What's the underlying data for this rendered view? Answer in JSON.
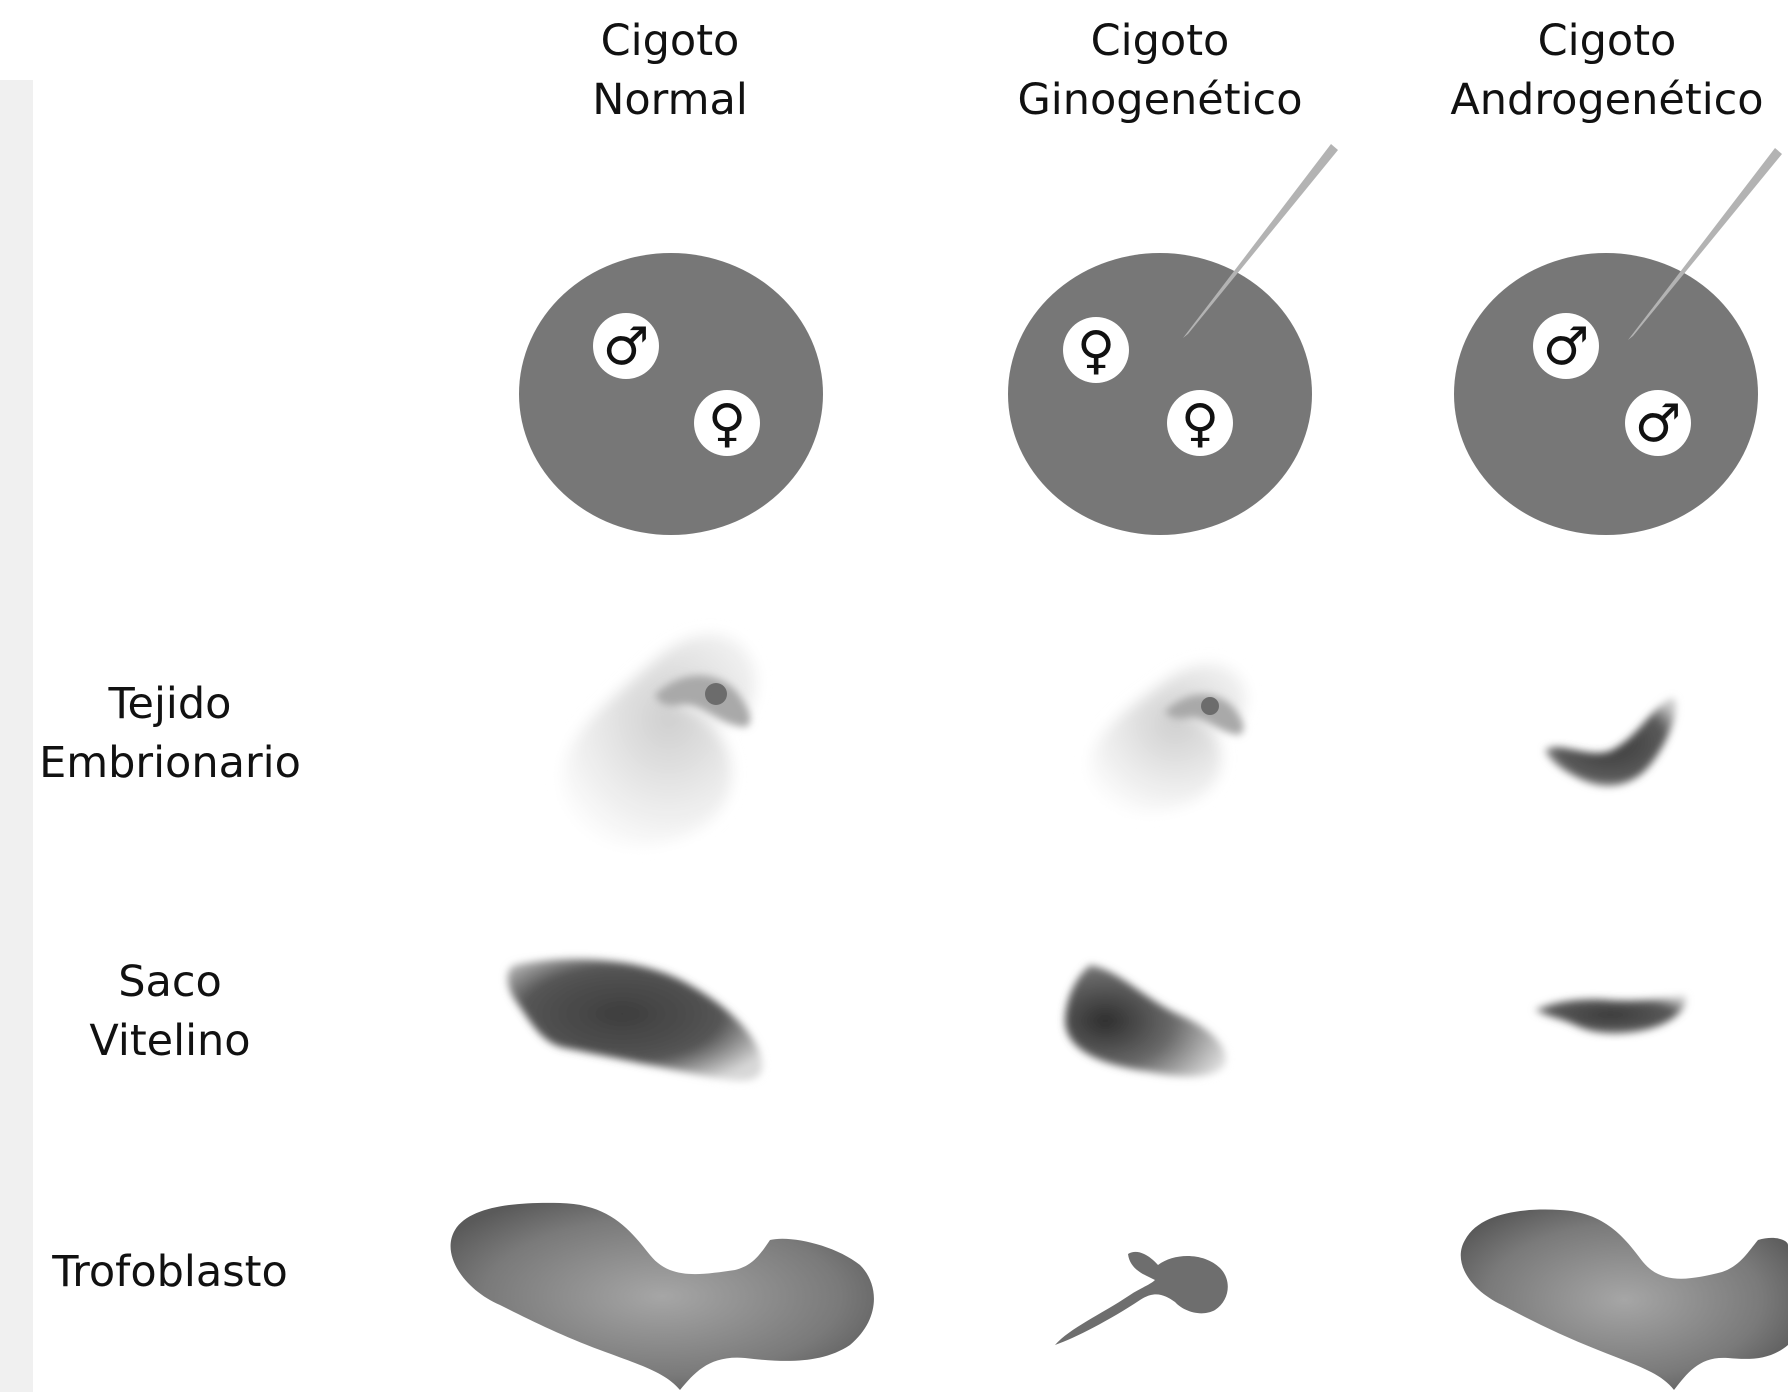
{
  "columns": [
    {
      "line1": "Cigoto",
      "line2": "Normal"
    },
    {
      "line1": "Cigoto",
      "line2": "Ginogenético"
    },
    {
      "line1": "Cigoto",
      "line2": "Androgenético"
    }
  ],
  "rows": [
    {
      "line1": "Tejido",
      "line2": "Embrionario"
    },
    {
      "line1": "Saco",
      "line2": "Vitelino"
    },
    {
      "line1": "Trofoblasto",
      "line2": ""
    }
  ],
  "symbols": {
    "male": "♂",
    "female": "♀"
  },
  "colors": {
    "zygote": "#777777",
    "needle": "#b3b3b3",
    "embryo_light": "#f2f2f2",
    "yolk_dark": "#3a3a3a",
    "trophoblast": "#6e6e6e"
  }
}
